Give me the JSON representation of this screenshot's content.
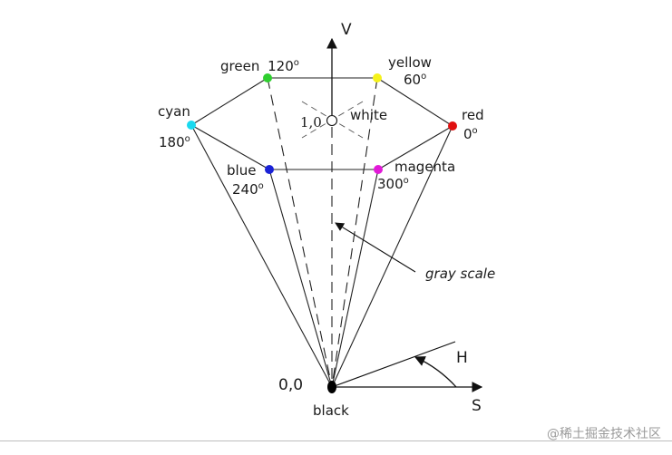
{
  "axes": {
    "value_label": "V",
    "saturation_label": "S",
    "hue_label": "H"
  },
  "points": {
    "origin_value": "0,0",
    "black_label": "black",
    "white_value": "1,0",
    "white_label": "white"
  },
  "hues": {
    "red": {
      "name": "red",
      "angle": "0",
      "color": "#e01010"
    },
    "yellow": {
      "name": "yellow",
      "angle": "60",
      "color": "#f5f21a"
    },
    "green": {
      "name": "green",
      "angle": "120",
      "color": "#2fcf2f"
    },
    "cyan": {
      "name": "cyan",
      "angle": "180",
      "color": "#19d9ef"
    },
    "blue": {
      "name": "blue",
      "angle": "240",
      "color": "#1a22d6"
    },
    "magenta": {
      "name": "magenta",
      "angle": "300",
      "color": "#e21ad8"
    }
  },
  "degree_symbol": "o",
  "annotation": {
    "gray_scale": "gray scale"
  },
  "watermark": "@稀土掘金技术社区"
}
